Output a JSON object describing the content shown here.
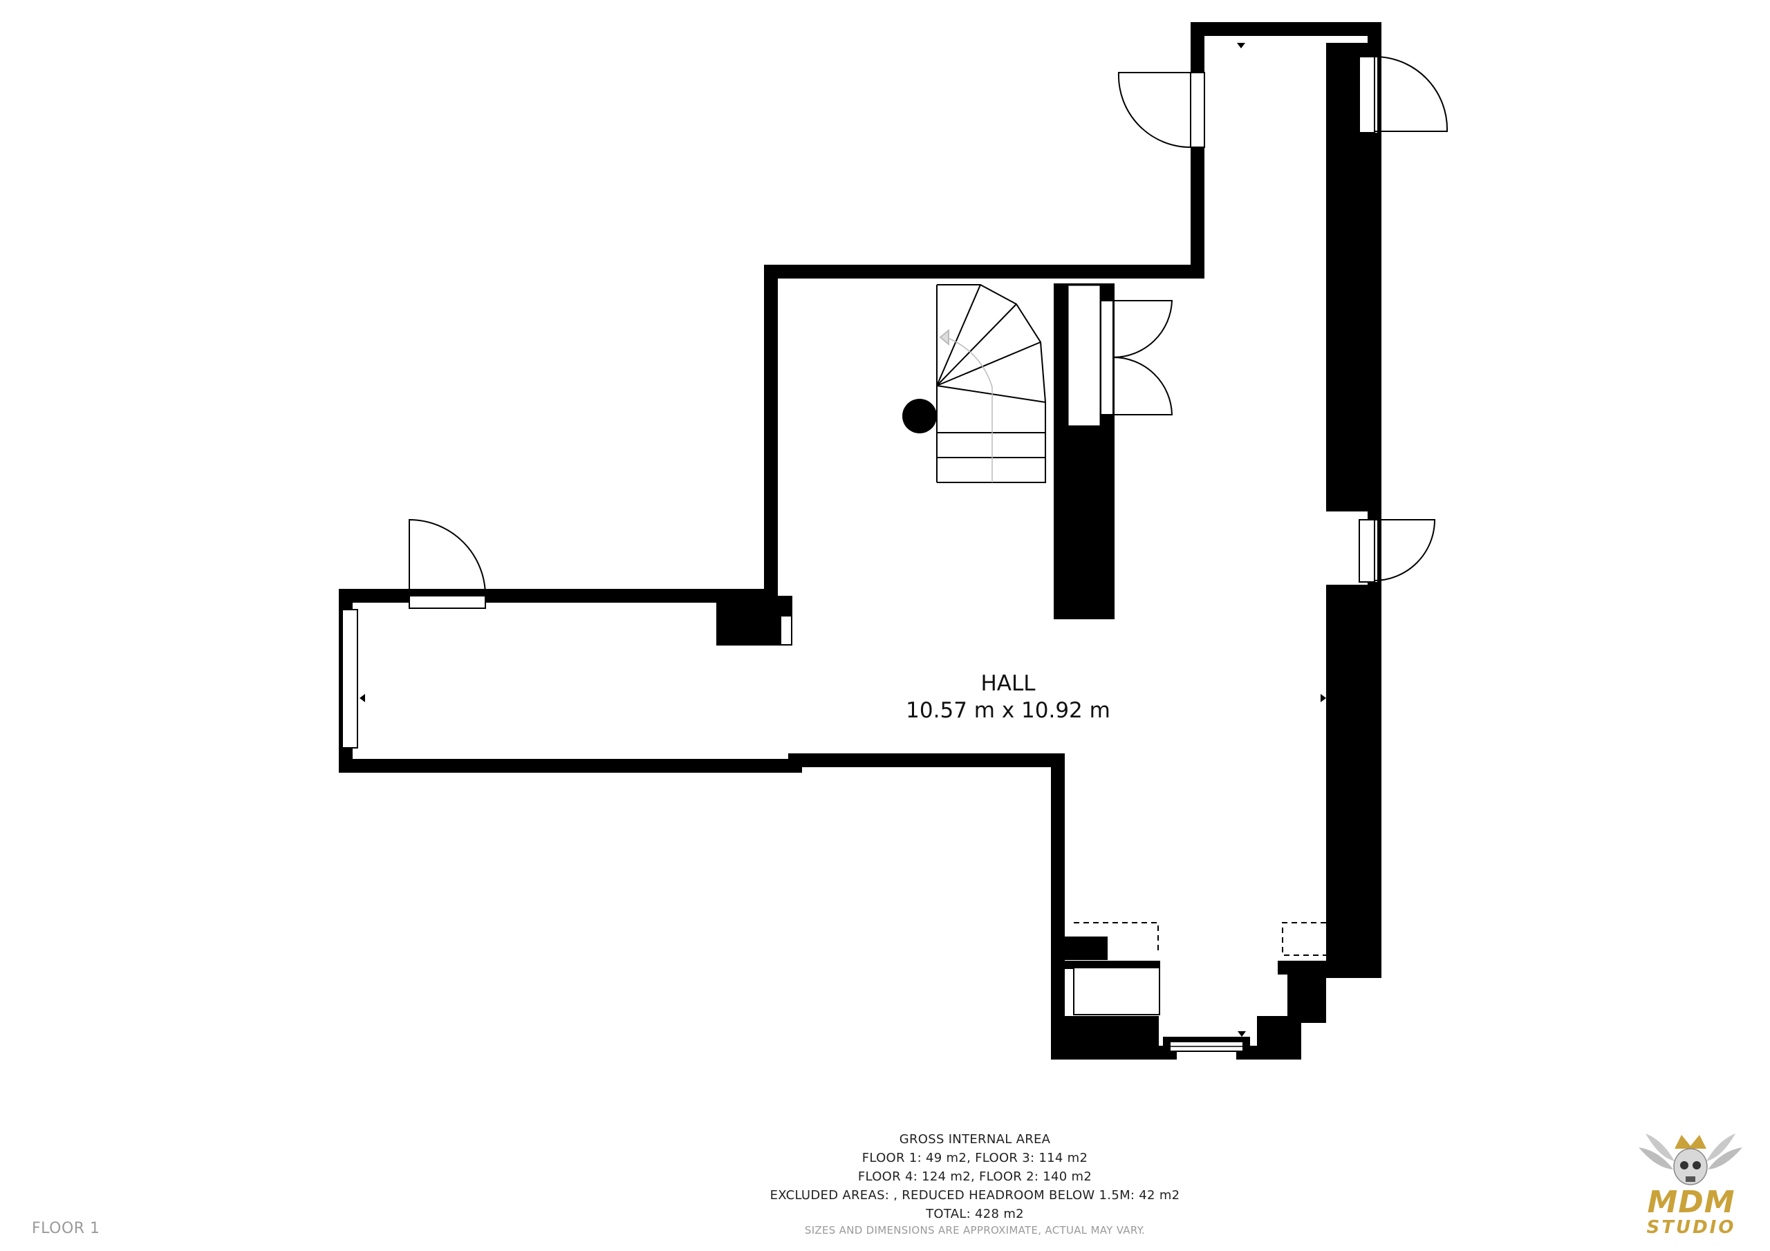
{
  "plan": {
    "room": {
      "name": "HALL",
      "dimensions": "10.57 m x 10.92 m"
    },
    "wall_color": "#000000",
    "floor_color": "#ffffff"
  },
  "area": {
    "heading": "GROSS INTERNAL AREA",
    "lines": [
      "FLOOR 1: 49 m2, FLOOR 3: 114 m2",
      "FLOOR 4: 124 m2, FLOOR 2: 140 m2",
      "EXCLUDED AREAS: , REDUCED HEADROOM BELOW 1.5M: 42 m2",
      "TOTAL: 428 m2"
    ],
    "disclaimer": "SIZES AND DIMENSIONS ARE APPROXIMATE, ACTUAL MAY VARY."
  },
  "floor_label": "FLOOR 1",
  "logo": {
    "line1": "MDM",
    "line2": "STUDIO",
    "accent": "#caa23a"
  }
}
